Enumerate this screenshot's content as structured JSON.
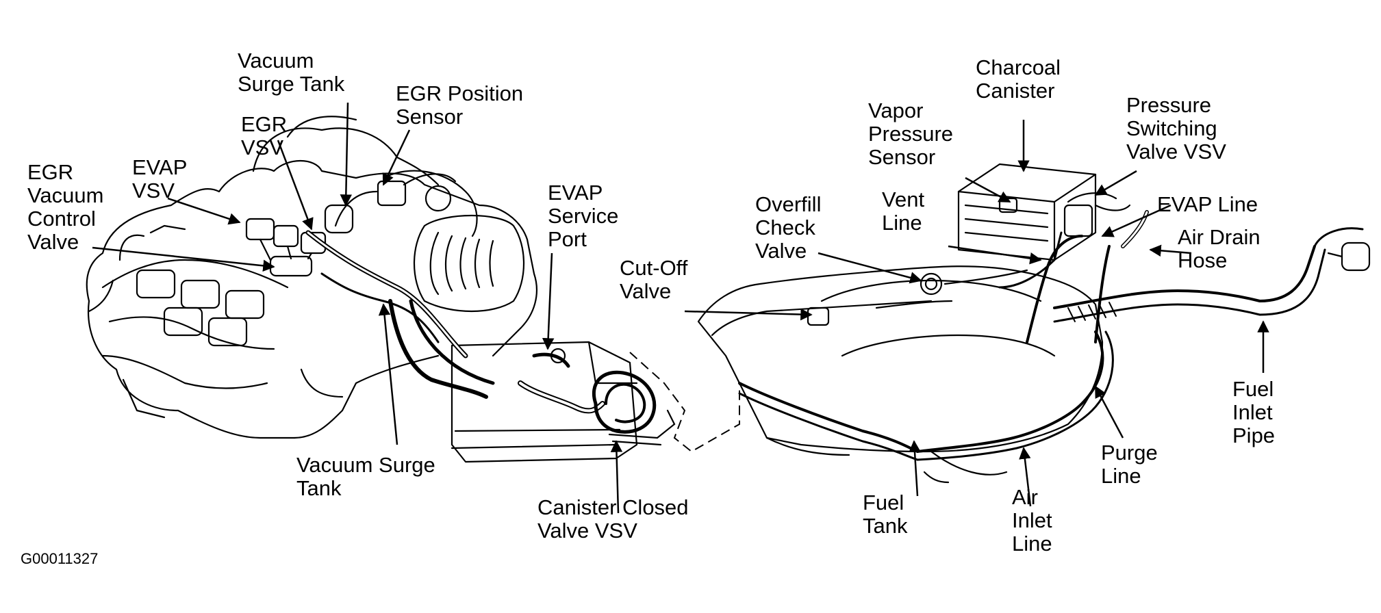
{
  "figure_id": "G00011327",
  "labels": {
    "egr_vacuum_control_valve": "EGR\nVacuum\nControl\nValve",
    "evap_vsv": "EVAP\nVSV",
    "egr_vsv": "EGR\nVSV",
    "vacuum_surge_tank_top": "Vacuum\nSurge Tank",
    "egr_position_sensor": "EGR Position\nSensor",
    "evap_service_port": "EVAP\nService\nPort",
    "cut_off_valve": "Cut-Off\nValve",
    "vacuum_surge_tank_bottom": "Vacuum Surge\nTank",
    "canister_closed_valve_vsv": "Canister Closed\nValve VSV",
    "overfill_check_valve": "Overfill\nCheck\nValve",
    "vent_line": "Vent\nLine",
    "vapor_pressure_sensor": "Vapor\nPressure\nSensor",
    "charcoal_canister": "Charcoal\nCanister",
    "pressure_switching_valve_vsv": "Pressure\nSwitching\nValve VSV",
    "evap_line": "EVAP Line",
    "air_drain_hose": "Air Drain\nHose",
    "fuel_inlet_pipe": "Fuel\nInlet\nPipe",
    "purge_line": "Purge\nLine",
    "air_inlet_line": "Air\nInlet\nLine",
    "fuel_tank": "Fuel\nTank"
  },
  "colors": {
    "ink": "#000000",
    "paper": "#ffffff"
  }
}
